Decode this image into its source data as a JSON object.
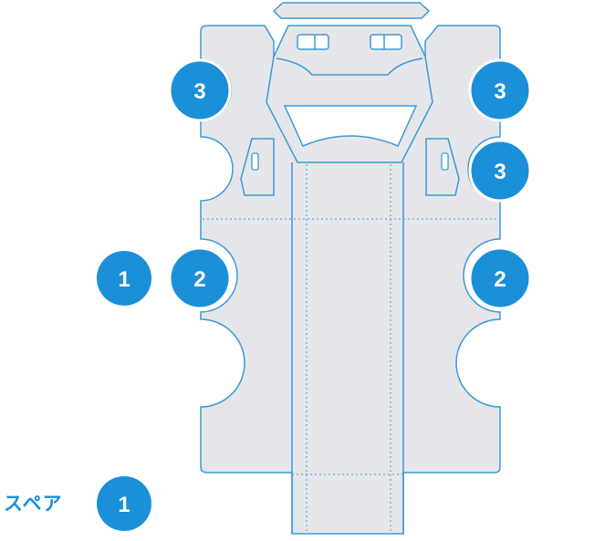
{
  "colors": {
    "accent": "#1c8fd9",
    "outline": "#3b9ad6",
    "panel_fill": "#e4e6e9",
    "badge_text": "#ffffff"
  },
  "badges": [
    {
      "id": "badge-3-left-top",
      "label": "3"
    },
    {
      "id": "badge-3-right-top",
      "label": "3"
    },
    {
      "id": "badge-3-right-mid",
      "label": "3"
    },
    {
      "id": "badge-1-outside",
      "label": "1"
    },
    {
      "id": "badge-2-left",
      "label": "2"
    },
    {
      "id": "badge-2-right",
      "label": "2"
    },
    {
      "id": "badge-1-spare",
      "label": "1"
    }
  ],
  "spare_label": "スペア"
}
